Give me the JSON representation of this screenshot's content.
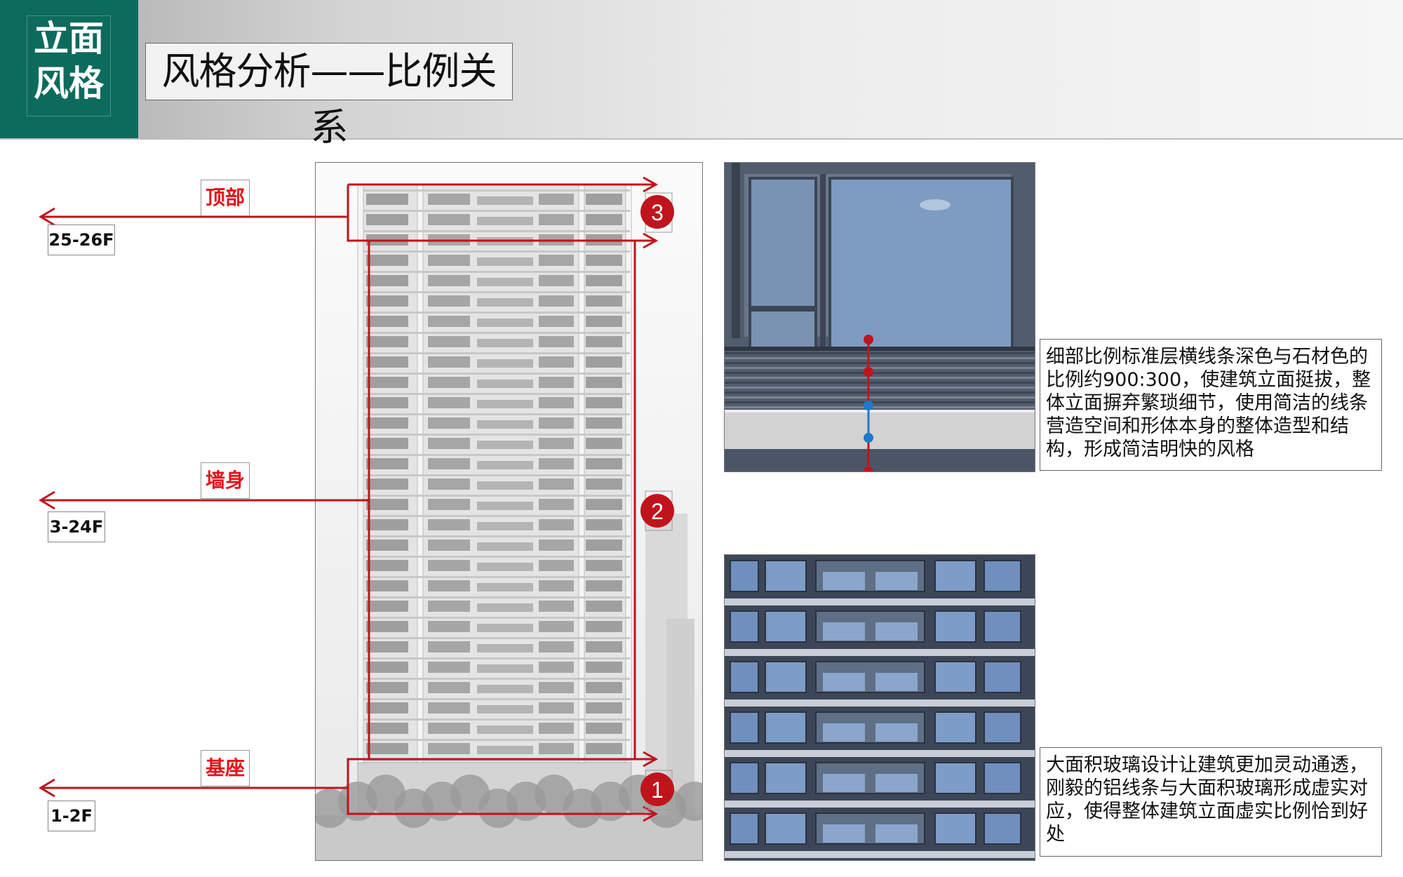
{
  "header": {
    "badge_line1": "立面",
    "badge_line2": "风格",
    "title": "风格分析——比例关系"
  },
  "zones": [
    {
      "name": "顶部",
      "floors": "25-26F",
      "marker": "3"
    },
    {
      "name": "墙身",
      "floors": "3-24F",
      "marker": "2"
    },
    {
      "name": "基座",
      "floors": "1-2F",
      "marker": "1"
    }
  ],
  "details": {
    "top_text": "细部比例标准层横线条深色与石材色的比例约900:300，使建筑立面挺拔，整体立面摒弃繁琐细节，使用简洁的线条营造空间和形体本身的整体造型和结构，形成简洁明快的风格",
    "bottom_text": "大面积玻璃设计让建筑更加灵动通透，刚毅的铝线条与大面积玻璃形成虚实对应，使得整体建筑立面虚实比例恰到好处"
  },
  "colors": {
    "accent_green": "#0d6b5e",
    "annotation_red": "#c0141c",
    "label_red": "#e8101a",
    "marker_blue": "#1f78c8"
  }
}
